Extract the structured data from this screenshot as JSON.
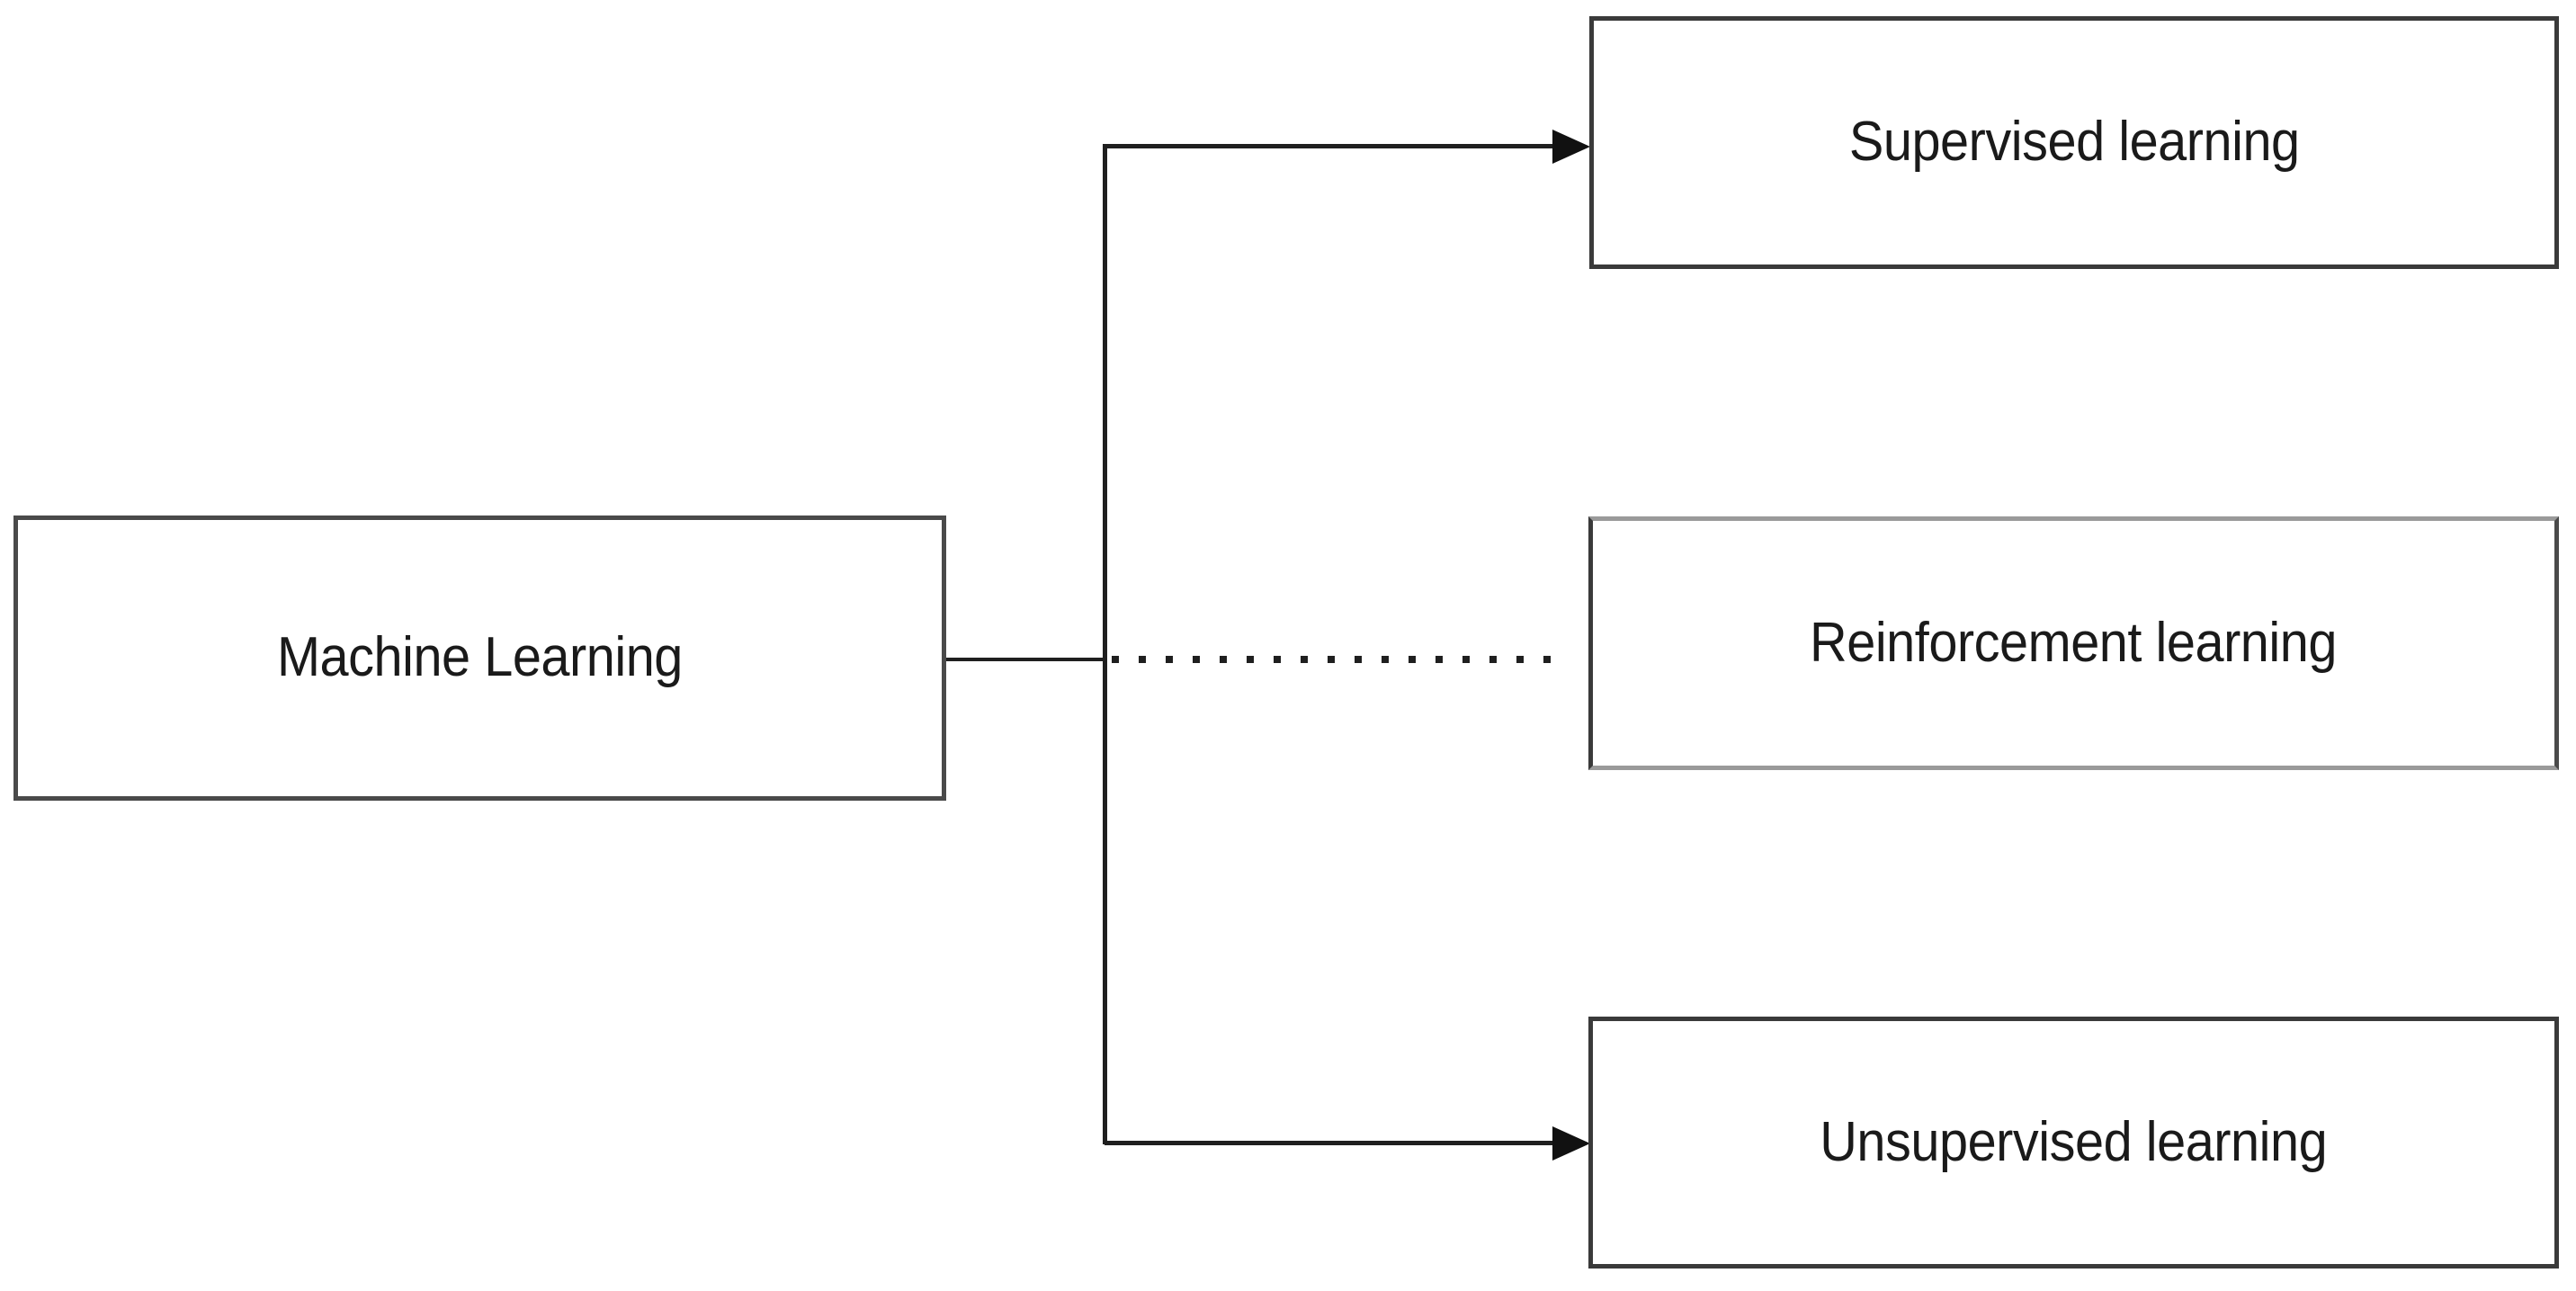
{
  "diagram": {
    "title": "Machine Learning",
    "background_color": "#ffffff",
    "text_color": "#1a1a1a",
    "line_color": "#1f1f1f",
    "root": {
      "id": "machine-learning",
      "label": "Machine Learning",
      "border_color": "#4a4a4a"
    },
    "branches": [
      {
        "id": "supervised-learning",
        "label": "Supervised learning",
        "connector_style": "solid",
        "arrow": true,
        "border_color": "#3a3a3a"
      },
      {
        "id": "reinforcement-learning",
        "label": "Reinforcement learning",
        "connector_style": "dotted",
        "arrow": false,
        "border_color": "#9a9a9a"
      },
      {
        "id": "unsupervised-learning",
        "label": "Unsupervised learning",
        "connector_style": "solid",
        "arrow": true,
        "border_color": "#3a3a3a"
      }
    ]
  }
}
